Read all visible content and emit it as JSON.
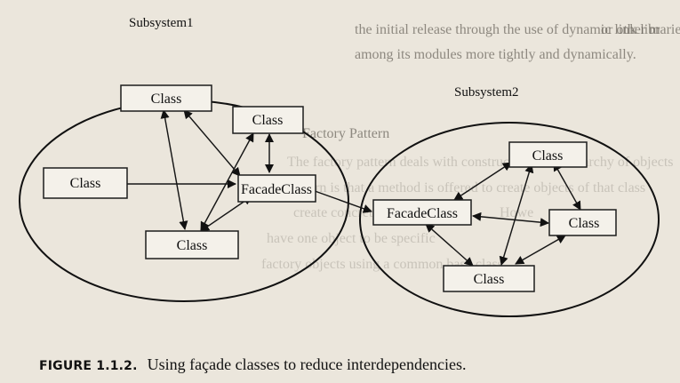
{
  "diagram": {
    "subsystem1": {
      "label": "Subsystem1",
      "nodes": [
        {
          "id": "s1_class_top",
          "label": "Class"
        },
        {
          "id": "s1_class_right",
          "label": "Class"
        },
        {
          "id": "s1_class_left",
          "label": "Class"
        },
        {
          "id": "s1_facade",
          "label": "FacadeClass"
        },
        {
          "id": "s1_class_bottom",
          "label": "Class"
        }
      ]
    },
    "subsystem2": {
      "label": "Subsystem2",
      "nodes": [
        {
          "id": "s2_class_top",
          "label": "Class"
        },
        {
          "id": "s2_facade",
          "label": "FacadeClass"
        },
        {
          "id": "s2_class_right",
          "label": "Class"
        },
        {
          "id": "s2_class_bottom",
          "label": "Class"
        }
      ]
    },
    "edges": [
      {
        "from": "s1_class_top",
        "to": "s1_facade"
      },
      {
        "from": "s1_class_top",
        "to": "s1_class_bottom"
      },
      {
        "from": "s1_class_right",
        "to": "s1_facade"
      },
      {
        "from": "s1_class_right",
        "to": "s1_class_bottom"
      },
      {
        "from": "s1_class_left",
        "to": "s1_facade"
      },
      {
        "from": "s1_class_bottom",
        "to": "s1_facade"
      },
      {
        "from": "s1_facade",
        "to": "s2_facade"
      },
      {
        "from": "s2_class_top",
        "to": "s2_facade"
      },
      {
        "from": "s2_class_top",
        "to": "s2_class_right"
      },
      {
        "from": "s2_class_top",
        "to": "s2_class_bottom"
      },
      {
        "from": "s2_facade",
        "to": "s2_class_right"
      },
      {
        "from": "s2_facade",
        "to": "s2_class_bottom"
      },
      {
        "from": "s2_class_right",
        "to": "s2_class_bottom"
      }
    ]
  },
  "background_text": {
    "line1": "the initial release through the use of dynamic link libraries",
    "line1b": "or other m",
    "line2": "among its modules more tightly and dynamically.",
    "line3": "Factory Pattern",
    "line4": "The factory pattern deals with construction of a hierarchy of objects",
    "line5": "pattern is that a method is offered to create objects of that class",
    "line6": "create concrete derived classes",
    "line7": "Howe",
    "line8": "have one object to be specific",
    "line9": "factory objects using a common base class"
  },
  "caption": {
    "label": "FIGURE 1.1.2.",
    "text": "Using façade classes to reduce interdependencies."
  }
}
